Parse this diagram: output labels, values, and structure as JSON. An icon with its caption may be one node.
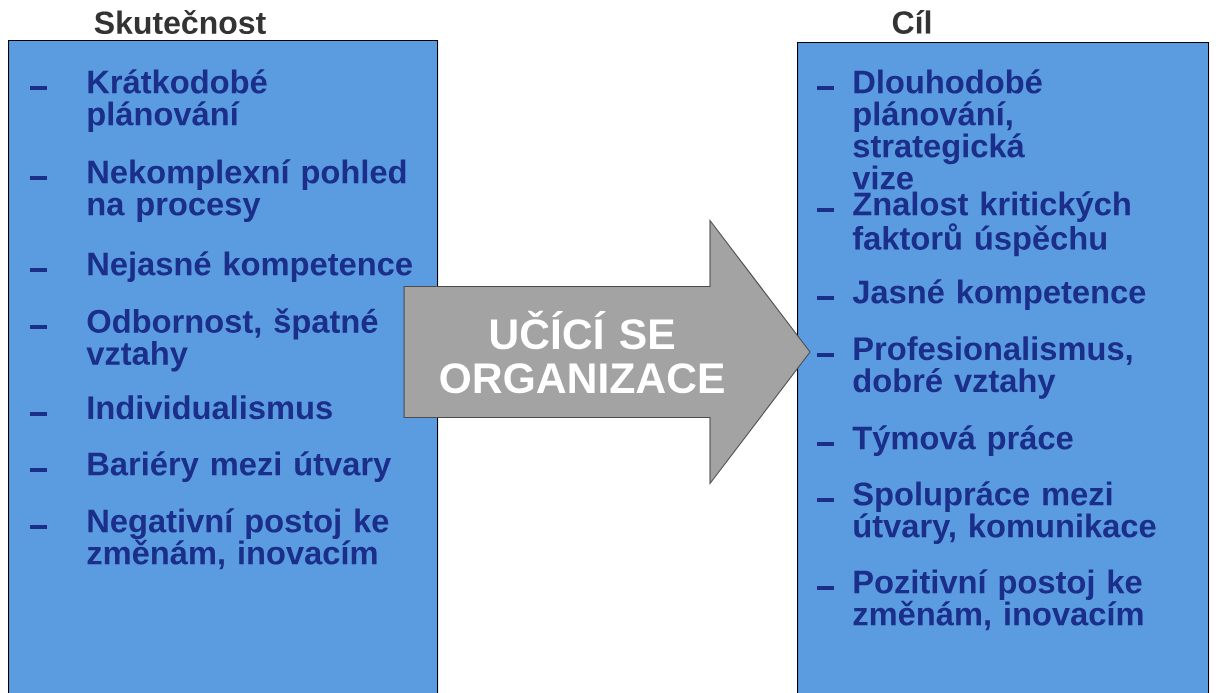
{
  "diagram": {
    "nodes": [
      {
        "text": [
          "Skutečnost",
          "Krátkodobé plánování",
          "Nekomplexní pohled na procesy",
          "Nejasné kompetence",
          "Odbornost, špatné vztahy",
          "Individualismus",
          "Bariéry mezi útvary",
          "Negativní postoj ke změnám, inovacím"
        ]
      },
      {
        "text": [
          "Cíl",
          "Dlouhodobé plánování, strategická vize",
          "Znalost kritických faktorů úspěchu",
          "Jasné kompetence",
          "Profesionalismus, dobré vztahy",
          "Týmová práce",
          "Spolupráce mezi útvary, komunikace",
          "Pozitivní postoj ke změnám, inovacím"
        ]
      }
    ],
    "edges": [
      {
        "from": 0,
        "to": 1,
        "arrow": "to",
        "label": "UČÍCÍ SE ORGANIZACE",
        "style": "thick"
      }
    ]
  }
}
